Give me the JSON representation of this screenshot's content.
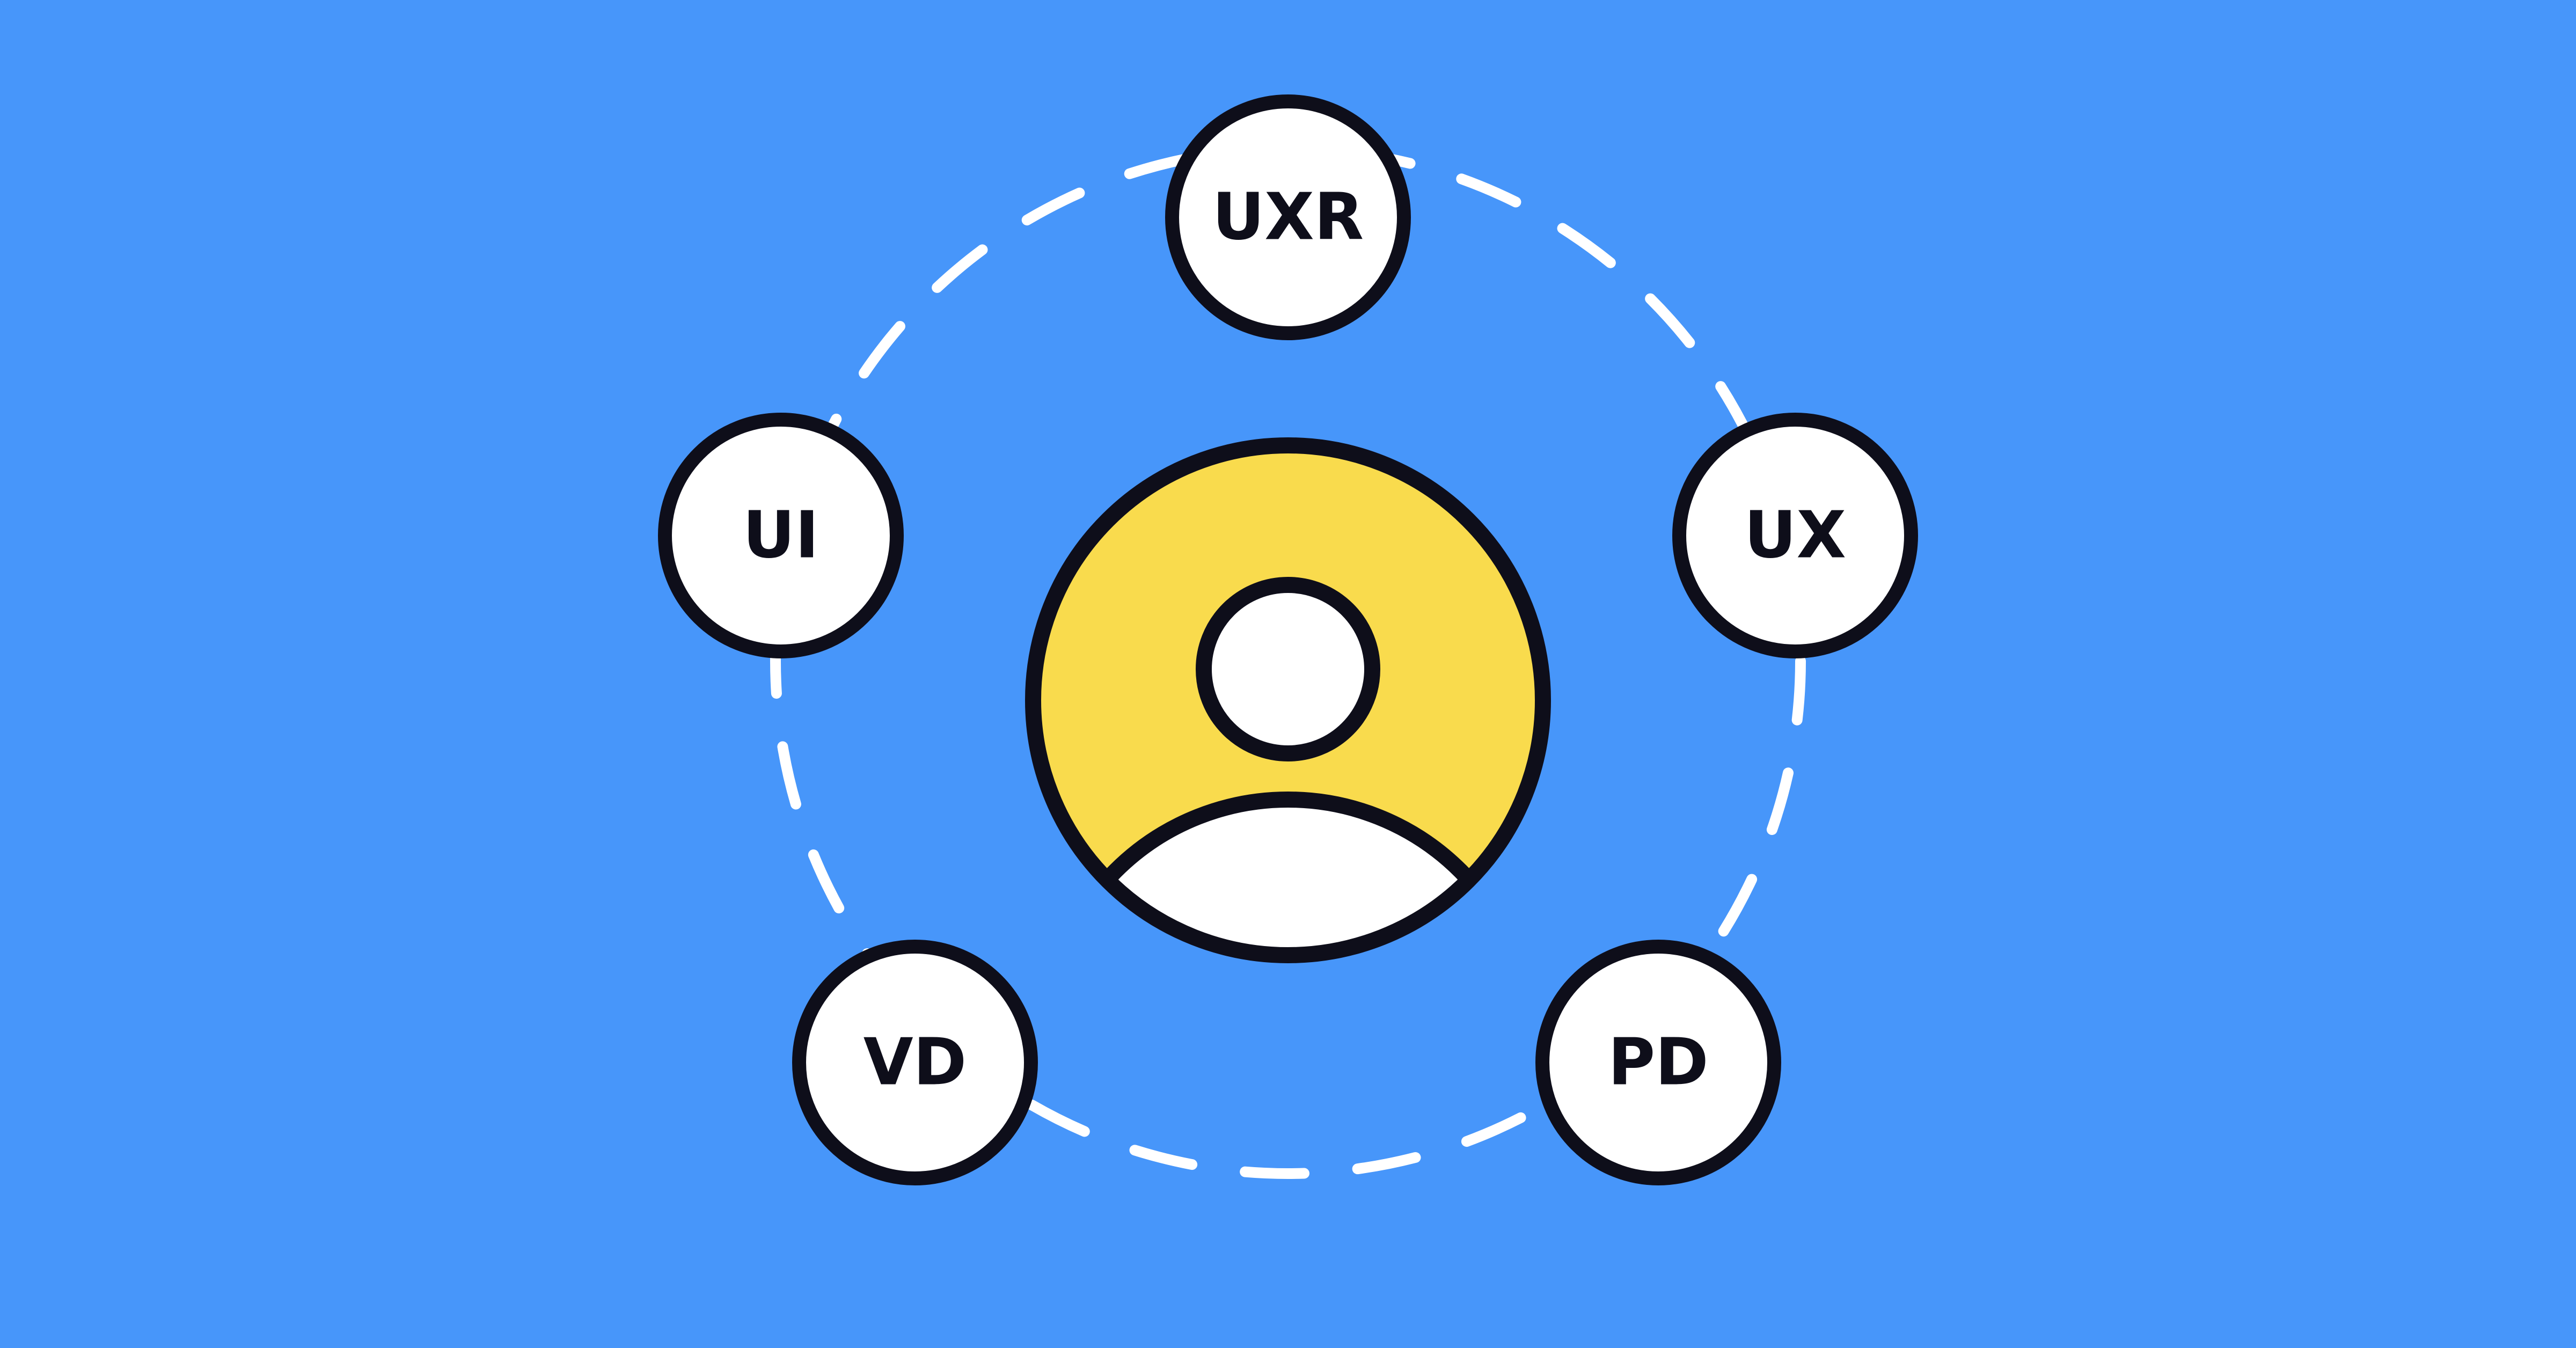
{
  "colors": {
    "background": "#4796FA",
    "ring": "#FFFFFF",
    "outline": "#0E0E1A",
    "node_fill": "#FFFFFF",
    "center_fill": "#F9DB4D"
  },
  "center": {
    "icon": "user-avatar-icon"
  },
  "nodes": [
    {
      "id": "uxr",
      "label": "UXR"
    },
    {
      "id": "ux",
      "label": "UX"
    },
    {
      "id": "pd",
      "label": "PD"
    },
    {
      "id": "vd",
      "label": "VD"
    },
    {
      "id": "ui",
      "label": "UI"
    }
  ]
}
